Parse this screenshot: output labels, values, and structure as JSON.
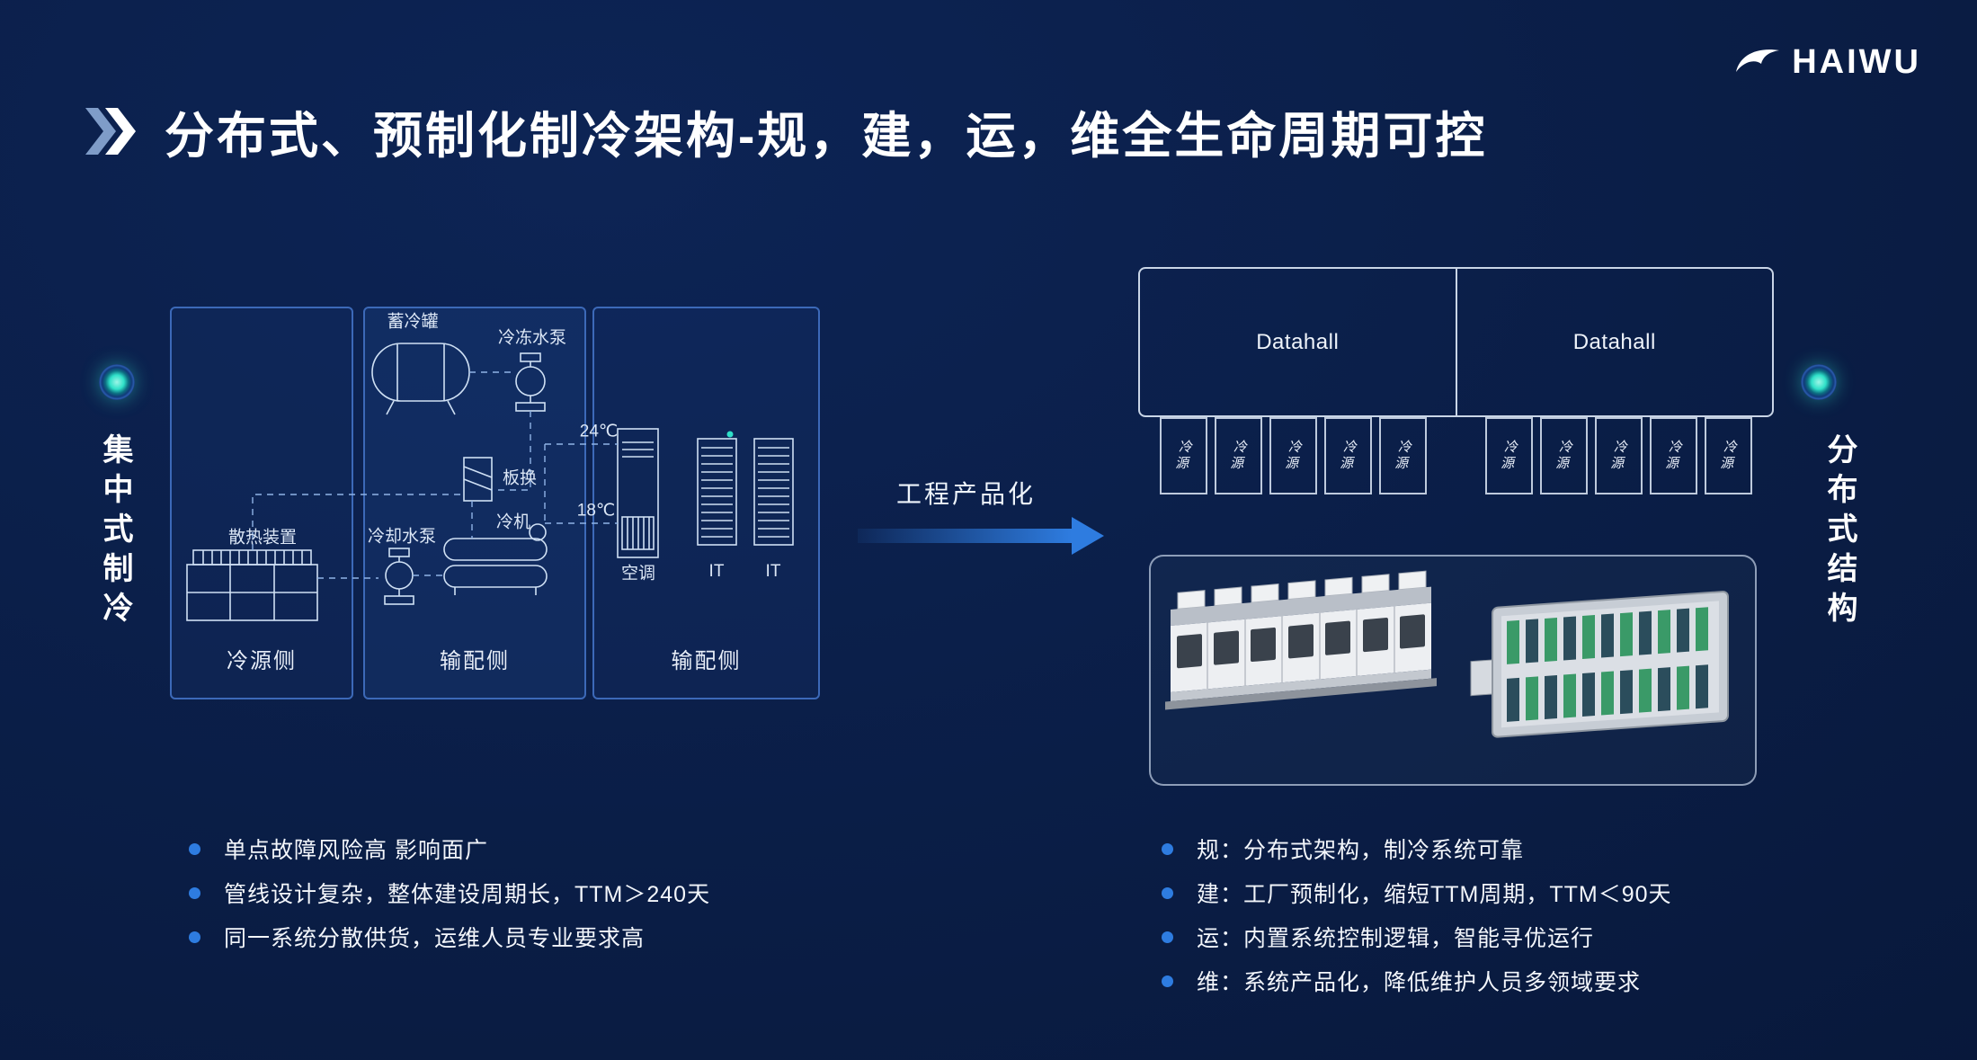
{
  "brand": {
    "name": "HAIWU"
  },
  "title": "分布式、预制化制冷架构-规，建，运，维全生命周期可控",
  "sides": {
    "left_label": "集中式制冷",
    "right_label": "分布式结构"
  },
  "arrow": {
    "label": "工程产品化"
  },
  "centralized_diagram": {
    "panels": [
      {
        "caption": "冷源侧"
      },
      {
        "caption": "输配侧"
      },
      {
        "caption": "输配侧"
      }
    ],
    "labels": {
      "heat_rejection": "散热装置",
      "tank": "蓄冷罐",
      "chilled_pump": "冷冻水泵",
      "plate_hx": "板换",
      "cooling_pump": "冷却水泵",
      "chiller": "冷机",
      "supply_temp": "24℃",
      "return_temp": "18℃",
      "crac": "空调",
      "it_left": "IT",
      "it_right": "IT"
    }
  },
  "distributed_diagram": {
    "datahall_left": "Datahall",
    "datahall_right": "Datahall",
    "cooling_source": "冷源"
  },
  "left_bullets": [
    "单点故障风险高 影响面广",
    "管线设计复杂，整体建设周期长，TTM＞240天",
    "同一系统分散供货，运维人员专业要求高"
  ],
  "right_bullets": [
    "规：分布式架构，制冷系统可靠",
    "建：工厂预制化，缩短TTM周期，TTM＜90天",
    "运：内置系统控制逻辑，智能寻优运行",
    "维：系统产品化，降低维护人员多领域要求"
  ],
  "colors": {
    "accent_blue": "#2e7ce0",
    "panel_border": "#3c69b8",
    "teal_glow": "#2fe0c8",
    "background": "#0a1d45"
  }
}
